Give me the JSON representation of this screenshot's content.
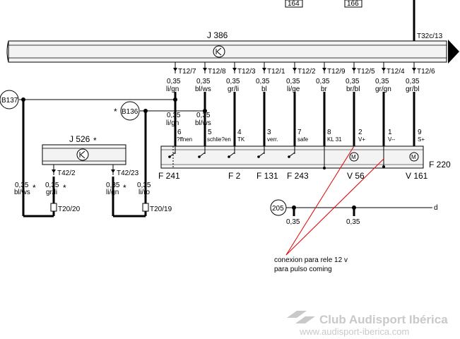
{
  "top_refs": [
    "164",
    "166"
  ],
  "j386": {
    "name": "J 386",
    "right_conn": "T32c/13"
  },
  "connectors": [
    {
      "pin": "T12/7",
      "gauge": "0,35",
      "color": "li/gn"
    },
    {
      "pin": "T12/8",
      "gauge": "0,35",
      "color": "bl/ws"
    },
    {
      "pin": "T12/3",
      "gauge": "0,35",
      "color": "gr/li"
    },
    {
      "pin": "T12/1",
      "gauge": "0,35",
      "color": "bl"
    },
    {
      "pin": "T12/2",
      "gauge": "0,35",
      "color": "li/ge"
    },
    {
      "pin": "T12/9",
      "gauge": "0,35",
      "color": "br"
    },
    {
      "pin": "T12/5",
      "gauge": "0,35",
      "color": "br/bl"
    },
    {
      "pin": "T12/4",
      "gauge": "0,35",
      "color": "gr/gn"
    },
    {
      "pin": "T12/6",
      "gauge": "0,35",
      "color": "gr/bl"
    }
  ],
  "lower_wires": [
    {
      "gauge": "0,35",
      "color": "li/gn"
    },
    {
      "gauge": "0,35",
      "color": "bl/ws"
    }
  ],
  "f220_pins": [
    {
      "num": "6",
      "label": "?ffnen"
    },
    {
      "num": "5",
      "label": "schlie?en"
    },
    {
      "num": "4",
      "label": "TK"
    },
    {
      "num": "3",
      "label": "verr."
    },
    {
      "num": "7",
      "label": "safe"
    },
    {
      "num": "8",
      "label": "KL 31"
    },
    {
      "num": "2",
      "label": "V+"
    },
    {
      "num": "1",
      "label": "V--"
    },
    {
      "num": "9",
      "label": "S+"
    }
  ],
  "nodes": {
    "b137": "B137",
    "b136": "B136",
    "star": "*",
    "n205": "205",
    "d": "d"
  },
  "j526": {
    "name": "J 526",
    "star": "*",
    "pins": [
      "T42/2",
      "T42/23"
    ],
    "wires": [
      {
        "gauge": "0,35",
        "color": "bl/ws",
        "star": "*"
      },
      {
        "gauge": "0,35",
        "color": "gr/li",
        "star": "*"
      },
      {
        "gauge": "0,35",
        "color": "li/gn",
        "star": "*"
      },
      {
        "gauge": "0,35",
        "color": "li/ro",
        "star": ""
      }
    ],
    "terminals": [
      "T20/20",
      "T20/19"
    ]
  },
  "components": [
    "F 241",
    "F 2",
    "F 131",
    "F 243",
    "V 56",
    "V 161",
    "F 220"
  ],
  "ground_gauges": [
    "0,35",
    "0,35"
  ],
  "annotation": [
    "conexion para rele 12 v",
    "para pulso coming"
  ],
  "watermark": [
    "Club Audisport Ibérica",
    "www.audisport-iberica.com"
  ]
}
